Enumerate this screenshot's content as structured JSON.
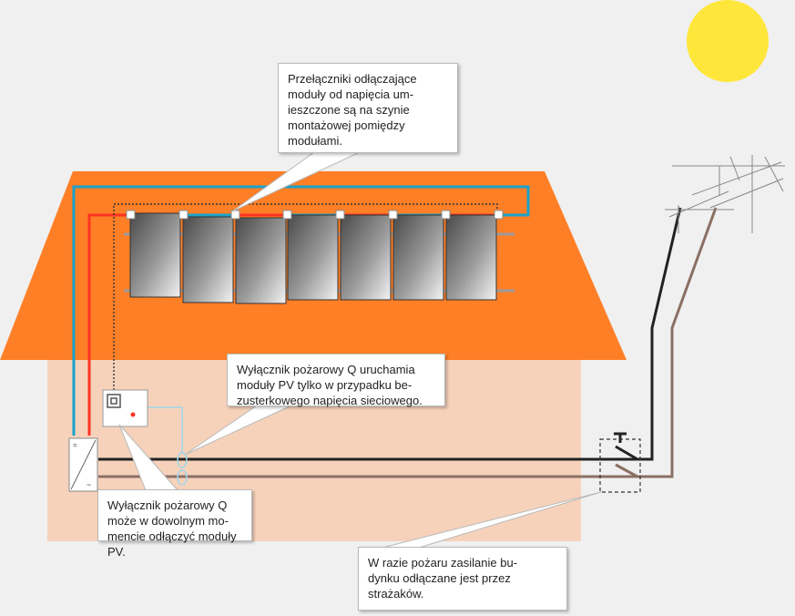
{
  "colors": {
    "background": "#f0f0f0",
    "roof": "#ff7f27",
    "wall": "#f6d2bb",
    "sun": "#ffe63a",
    "dc_positive": "#ff3322",
    "dc_negative": "#1aa3c9",
    "ac_phase": "#222222",
    "ac_neutral": "#8b6f64",
    "signal_line": "#9ed7ea"
  },
  "icons": {
    "sun": "sun-icon",
    "inverter": "inverter-icon",
    "fire_switch": "fire-switch-icon",
    "main_disconnect": "switch-icon",
    "utility_pole": "pole-icon"
  },
  "modules_count": 7,
  "callouts": {
    "disconnectors": "Przełączniki odłączające\nmoduły od napięcia um-\nieszczone są na szynie\nmontażowej pomiędzy\nmodułami.",
    "fire_switch_q": "Wyłącznik pożarowy Q uruchamia\nmoduły PV tylko w przypadku be-\nzusterkowego napięcia sieciowego.",
    "manual_switch": "Wyłącznik pożarowy Q\nmoże w dowolnym mo-\nmencie odłączyć moduły PV.",
    "firefighters": "W razie pożaru zasilanie bu-\ndynku odłączane  jest przez\nstrażaków."
  }
}
